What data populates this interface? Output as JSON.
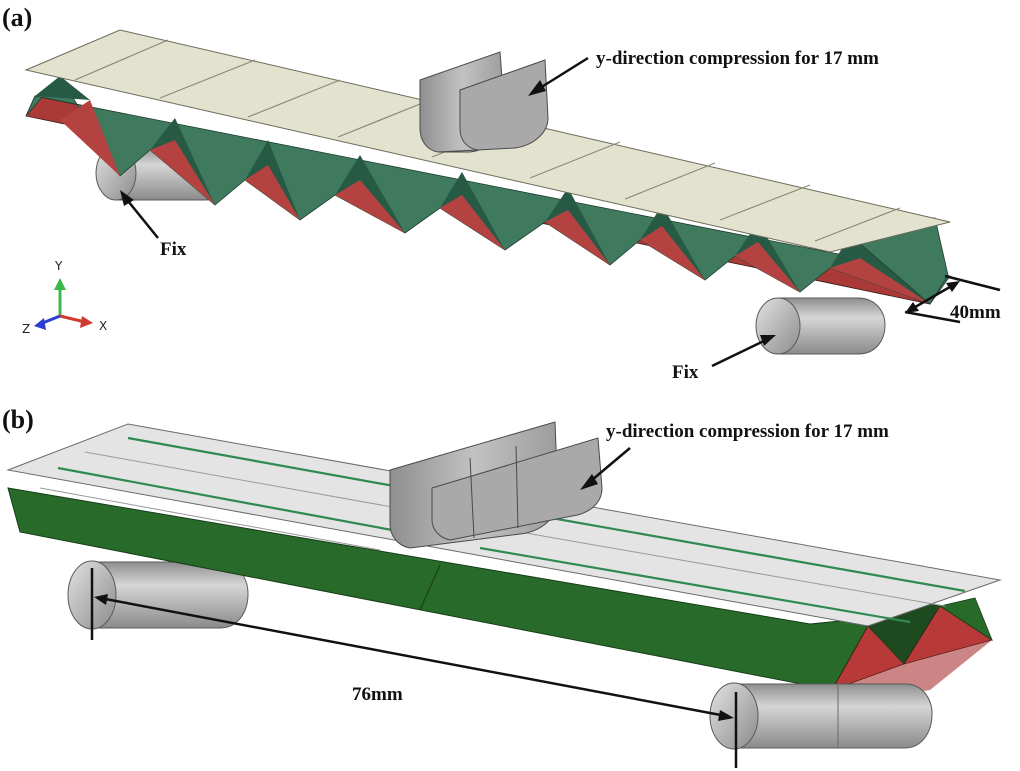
{
  "panel_a": {
    "label": "(a)",
    "load_callout": "y-direction compression for 17 mm",
    "support_left_label": "Fix",
    "support_right_label": "Fix",
    "width_dimension": "40mm"
  },
  "panel_b": {
    "label": "(b)",
    "load_callout": "y-direction compression for 17 mm",
    "span_dimension": "76mm"
  },
  "triad": {
    "y": "Y",
    "x": "X",
    "z": "Z"
  },
  "colors": {
    "face_sheet": "#e3e2cf",
    "face_sheet_b": "#e4e4e4",
    "core_green": "#3f7a5f",
    "core_dark_green": "#275a45",
    "core_red": "#a93a38",
    "core_green_b": "#286a2a",
    "roller_grey": "#b5b5b5",
    "indenter_grey": "#a9a9a9",
    "seam_green": "#2e8a52"
  }
}
